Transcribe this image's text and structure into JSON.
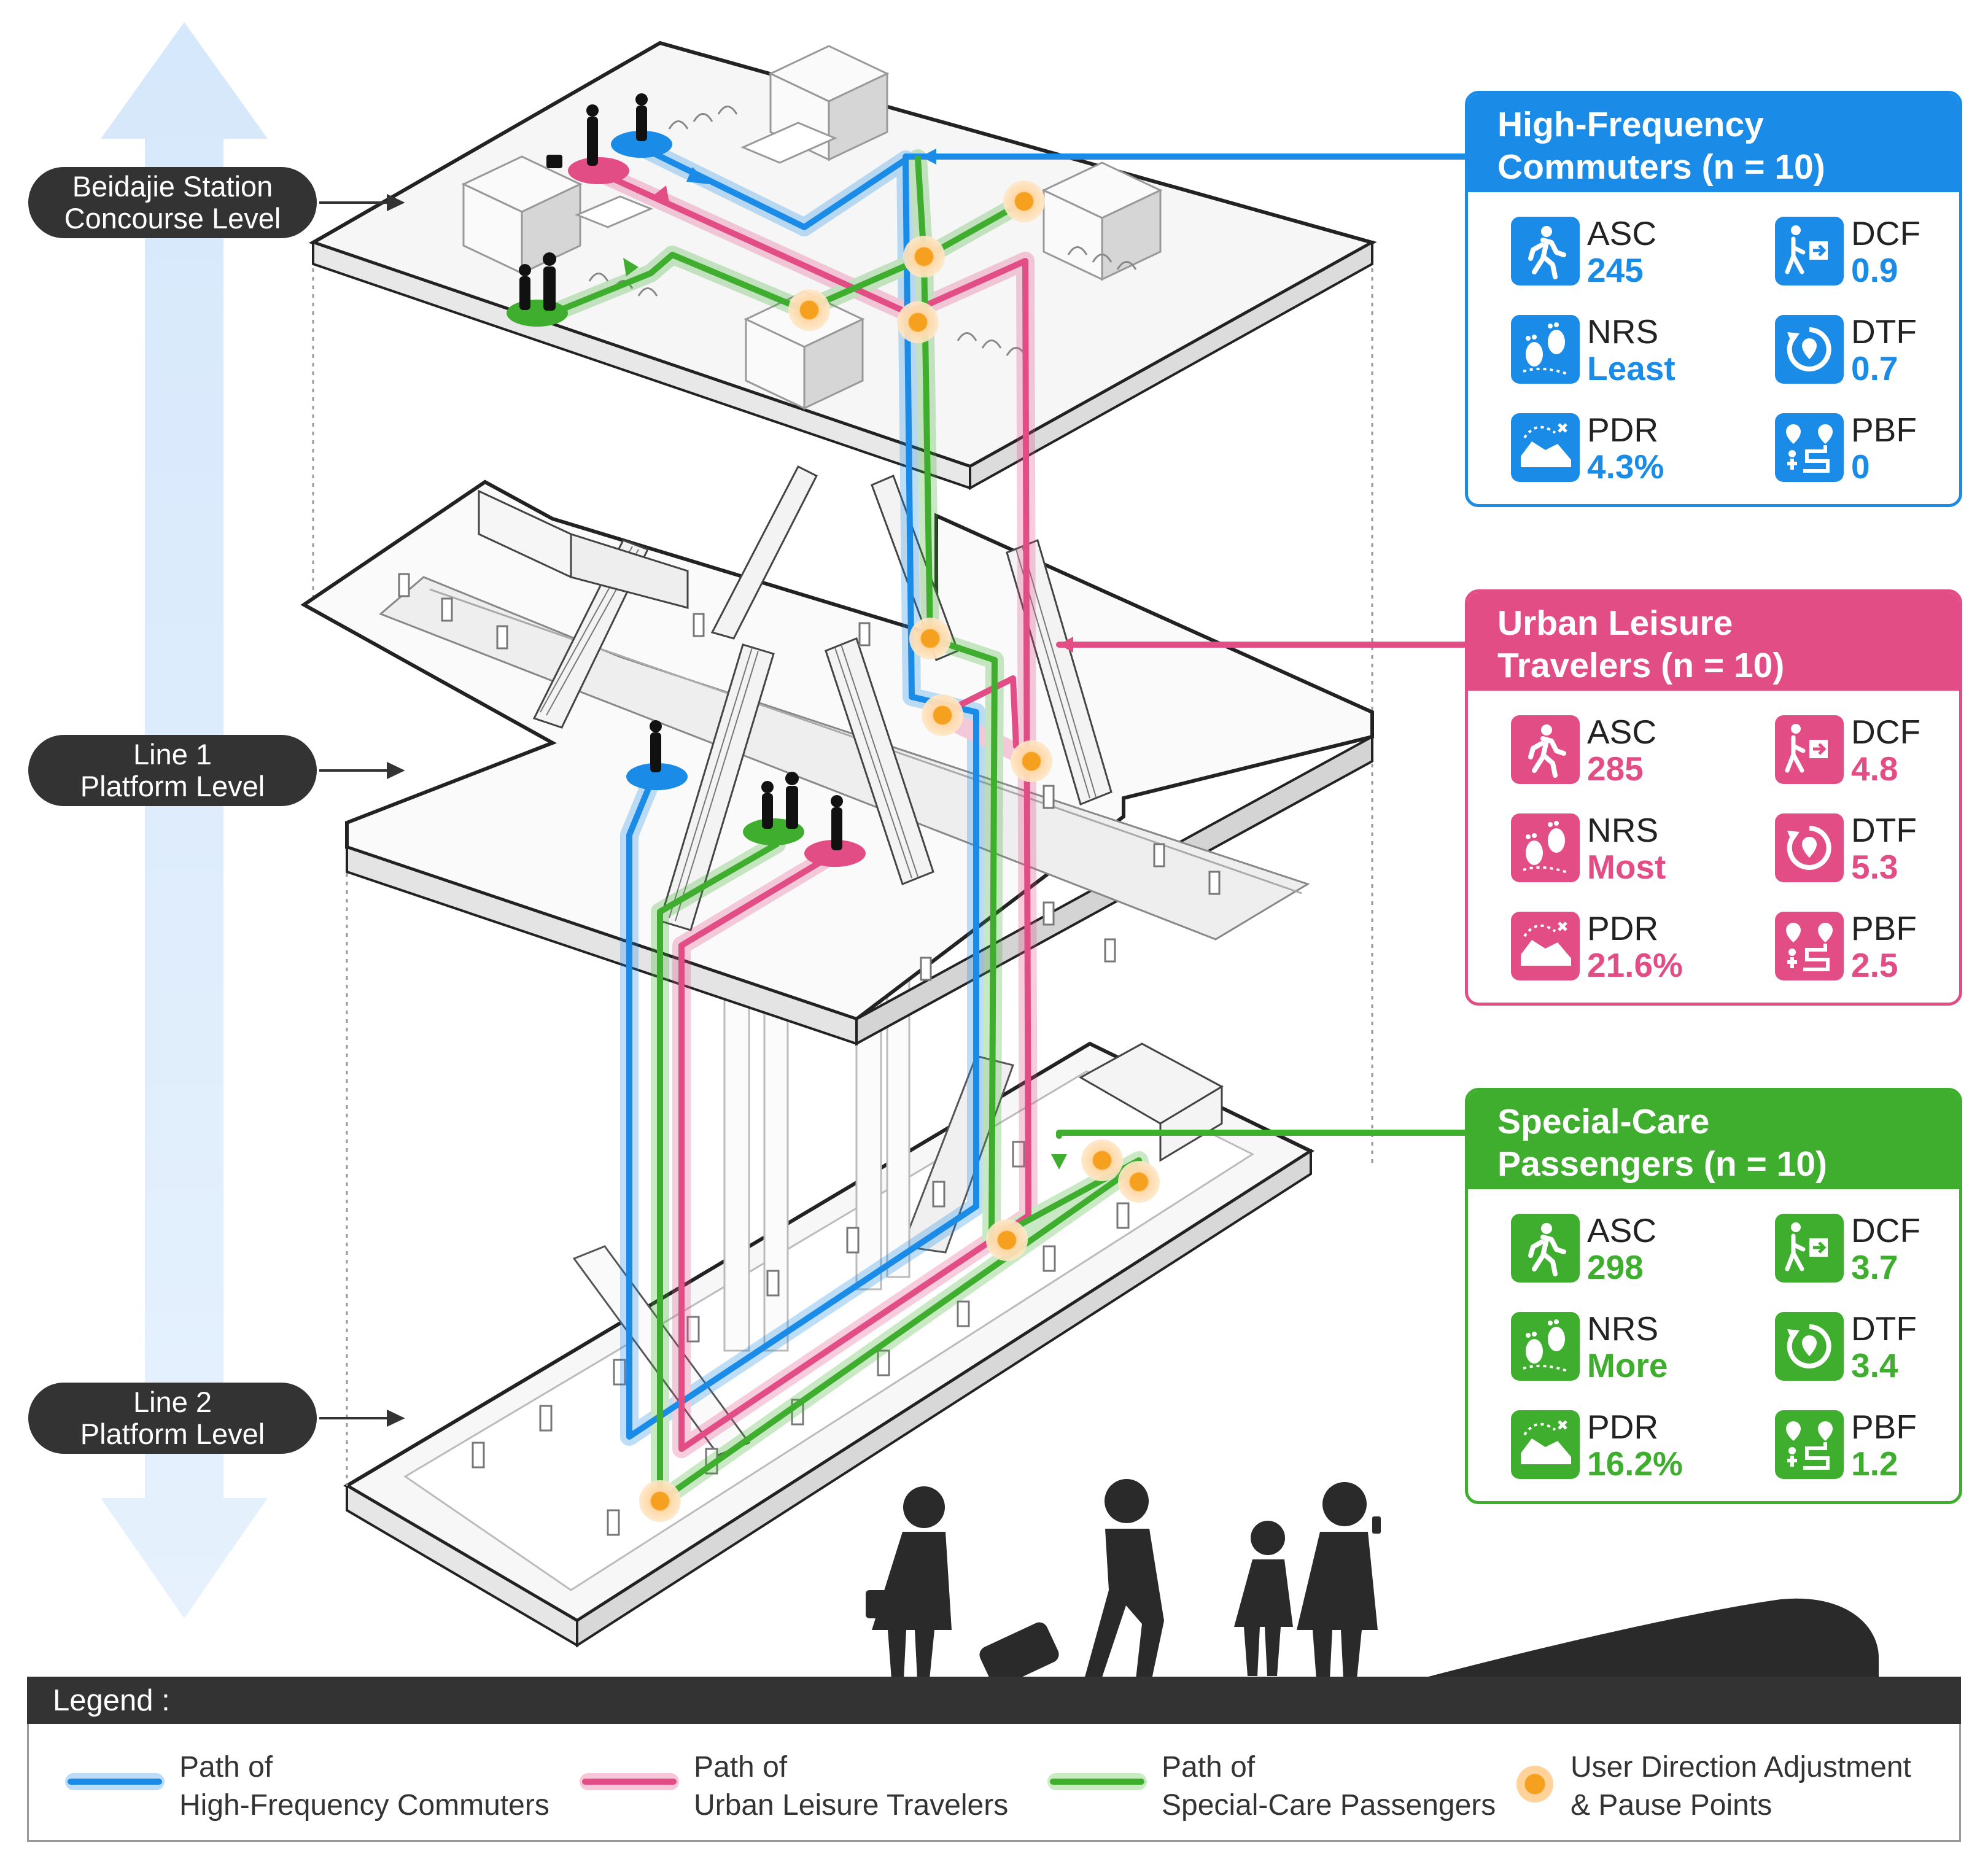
{
  "levels": {
    "concourse": {
      "line1": "Beidajie Station",
      "line2": "Concourse Level"
    },
    "line1": {
      "line1": "Line 1",
      "line2": "Platform Level"
    },
    "line2": {
      "line1": "Line 2",
      "line2": "Platform Level"
    }
  },
  "colors": {
    "commuters": "#1a8ce8",
    "leisure": "#e34d86",
    "special": "#3fae2f",
    "pause": "#f5a01e",
    "dark": "#333333",
    "arrow": "#dbeafb"
  },
  "panels": {
    "commuters": {
      "title_line1": "High-Frequency",
      "title_line2": "Commuters (n = 10)",
      "metrics": [
        {
          "code": "ASC",
          "value": "245",
          "icon": "walking-person-icon"
        },
        {
          "code": "DCF",
          "value": "0.9",
          "icon": "exit-door-icon"
        },
        {
          "code": "NRS",
          "value": "Least",
          "icon": "footprints-icon"
        },
        {
          "code": "DTF",
          "value": "0.7",
          "icon": "rotate-pin-icon"
        },
        {
          "code": "PDR",
          "value": "4.3%",
          "icon": "detour-map-icon"
        },
        {
          "code": "PBF",
          "value": "0",
          "icon": "route-pin-icon"
        }
      ]
    },
    "leisure": {
      "title_line1": "Urban Leisure",
      "title_line2": "Travelers (n = 10)",
      "metrics": [
        {
          "code": "ASC",
          "value": "285",
          "icon": "walking-person-icon"
        },
        {
          "code": "DCF",
          "value": "4.8",
          "icon": "exit-door-icon"
        },
        {
          "code": "NRS",
          "value": "Most",
          "icon": "footprints-icon"
        },
        {
          "code": "DTF",
          "value": "5.3",
          "icon": "rotate-pin-icon"
        },
        {
          "code": "PDR",
          "value": "21.6%",
          "icon": "detour-map-icon"
        },
        {
          "code": "PBF",
          "value": "2.5",
          "icon": "route-pin-icon"
        }
      ]
    },
    "special": {
      "title_line1": "Special-Care",
      "title_line2": "Passengers (n = 10)",
      "metrics": [
        {
          "code": "ASC",
          "value": "298",
          "icon": "walking-person-icon"
        },
        {
          "code": "DCF",
          "value": "3.7",
          "icon": "exit-door-icon"
        },
        {
          "code": "NRS",
          "value": "More",
          "icon": "footprints-icon"
        },
        {
          "code": "DTF",
          "value": "3.4",
          "icon": "rotate-pin-icon"
        },
        {
          "code": "PDR",
          "value": "16.2%",
          "icon": "detour-map-icon"
        },
        {
          "code": "PBF",
          "value": "1.2",
          "icon": "route-pin-icon"
        }
      ]
    }
  },
  "legend": {
    "title": "Legend :",
    "commuters": {
      "line1": "Path of",
      "line2": "High-Frequency Commuters"
    },
    "leisure": {
      "line1": "Path of",
      "line2": "Urban Leisure Travelers"
    },
    "special": {
      "line1": "Path of",
      "line2": "Special-Care Passengers"
    },
    "pause": {
      "line1": "User Direction Adjustment",
      "line2": "& Pause Points"
    }
  }
}
